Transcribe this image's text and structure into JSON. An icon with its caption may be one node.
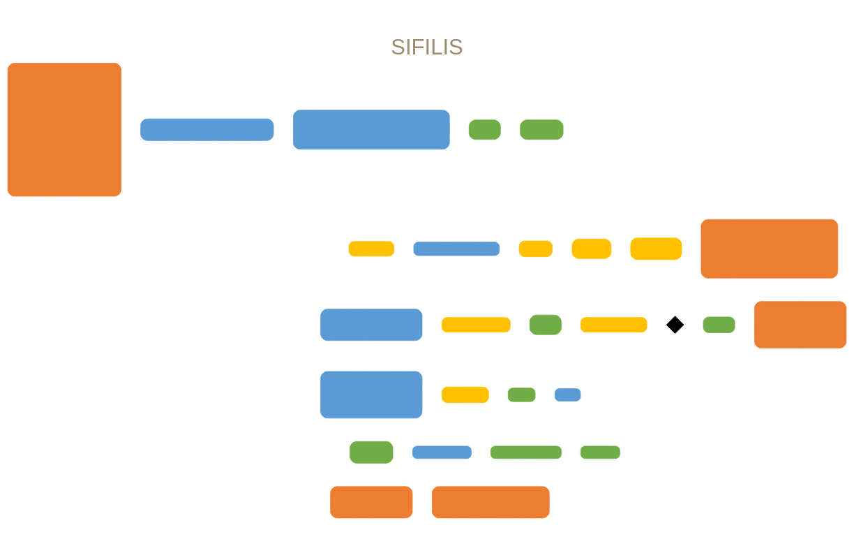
{
  "diagram": {
    "title": "SIFILIS",
    "nodes": [
      {
        "text": [],
        "shape": "box"
      },
      {
        "text": [],
        "shape": "box"
      },
      {
        "text": [],
        "shape": "box"
      },
      {
        "text": [],
        "shape": "box"
      },
      {
        "text": [],
        "shape": "box"
      },
      {
        "text": [],
        "shape": "box"
      },
      {
        "text": [],
        "shape": "box"
      },
      {
        "text": [],
        "shape": "box"
      },
      {
        "text": [],
        "shape": "box"
      },
      {
        "text": [],
        "shape": "box"
      },
      {
        "text": [],
        "shape": "box"
      },
      {
        "text": [],
        "shape": "box"
      },
      {
        "text": [],
        "shape": "box"
      },
      {
        "text": [],
        "shape": "box"
      },
      {
        "text": [],
        "shape": "box"
      },
      {
        "text": [],
        "shape": "diamond"
      },
      {
        "text": [],
        "shape": "box"
      },
      {
        "text": [],
        "shape": "box"
      },
      {
        "text": [],
        "shape": "box"
      },
      {
        "text": [],
        "shape": "box"
      },
      {
        "text": [],
        "shape": "box"
      },
      {
        "text": [],
        "shape": "box"
      },
      {
        "text": [],
        "shape": "box"
      },
      {
        "text": [],
        "shape": "box"
      },
      {
        "text": [],
        "shape": "box"
      },
      {
        "text": [],
        "shape": "box"
      },
      {
        "text": [],
        "shape": "box"
      },
      {
        "text": [],
        "shape": "box"
      }
    ],
    "edges": []
  }
}
